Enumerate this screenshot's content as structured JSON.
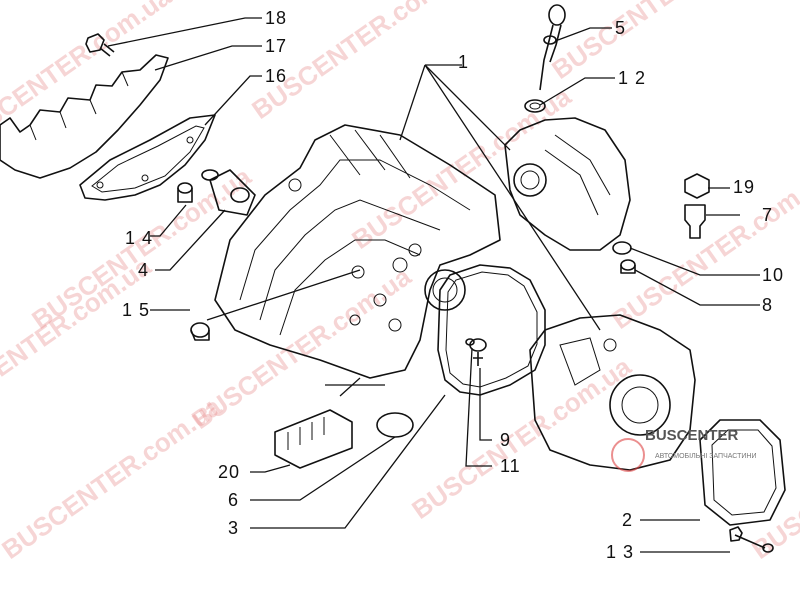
{
  "callouts": {
    "n1": "1",
    "n2": "2",
    "n3": "3",
    "n4": "4",
    "n5": "5",
    "n6": "6",
    "n7": "7",
    "n8": "8",
    "n9": "9",
    "n10": "10",
    "n11": "11",
    "n12": "1 2",
    "n13": "1 3",
    "n14": "1 4",
    "n15": "1 5",
    "n16": "16",
    "n17": "17",
    "n18": "18",
    "n19": "19",
    "n20": "20"
  },
  "watermark": {
    "text": "BUSCENTER.com.ua",
    "logo_main": "BUSCENTER",
    "logo_sub": "АВТОМОБІЛЬНІ ЗАПЧАСТИНИ"
  }
}
